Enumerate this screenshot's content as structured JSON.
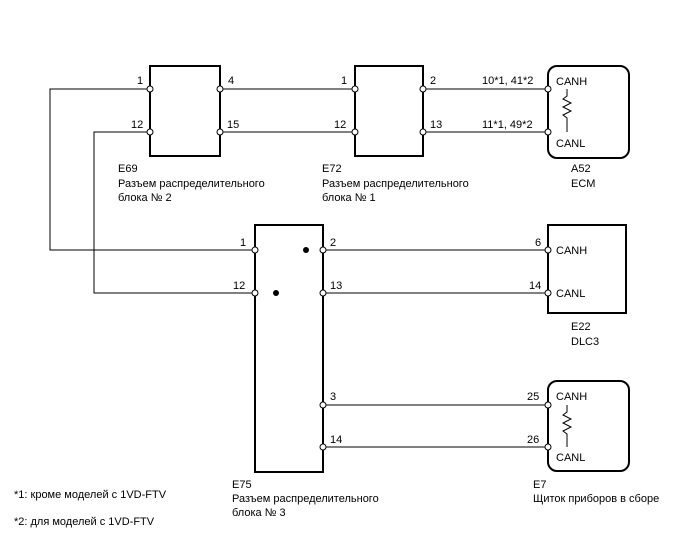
{
  "connectors": {
    "e69": {
      "id": "E69",
      "name_line1": "Разъем распределительного",
      "name_line2": "блока № 2",
      "pin_in_top": "1",
      "pin_in_bot": "12",
      "pin_out_top": "4",
      "pin_out_bot": "15"
    },
    "e72": {
      "id": "E72",
      "name_line1": "Разъем распределительного",
      "name_line2": "блока № 1",
      "pin_in_top": "1",
      "pin_in_bot": "12",
      "pin_out_top": "2",
      "pin_out_bot": "13"
    },
    "e75": {
      "id": "E75",
      "name_line1": "Разъем распределительного",
      "name_line2": "блока № 3",
      "pin_l_top": "1",
      "pin_l_bot": "12",
      "pin_r1": "2",
      "pin_r2": "13",
      "pin_r3": "3",
      "pin_r4": "14"
    }
  },
  "components": {
    "ecm": {
      "id": "A52",
      "name": "ECM",
      "pin_h": "10*1, 41*2",
      "pin_l": "11*1, 49*2",
      "canh": "CANH",
      "canl": "CANL"
    },
    "dlc3": {
      "id": "E22",
      "name": "DLC3",
      "pin_h": "6",
      "pin_l": "14",
      "canh": "CANH",
      "canl": "CANL"
    },
    "meter": {
      "id": "E7",
      "name": "Щиток приборов в сборе",
      "pin_h": "25",
      "pin_l": "26",
      "canh": "CANH",
      "canl": "CANL"
    }
  },
  "notes": {
    "note1": "*1: кроме моделей с 1VD-FTV",
    "note2": "*2: для моделей с 1VD-FTV"
  }
}
